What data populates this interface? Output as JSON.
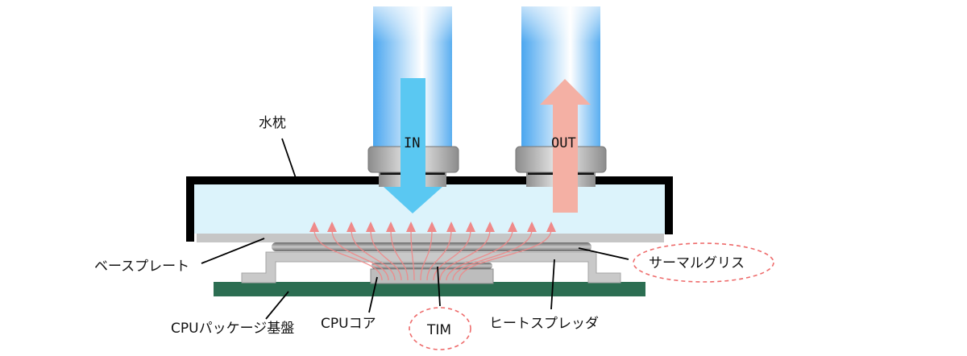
{
  "labels": {
    "water_block": "水枕",
    "base_plate": "ベースプレート",
    "thermal_grease": "サーマルグリス",
    "cpu_package_substrate": "CPUパッケージ基盤",
    "cpu_core": "CPUコア",
    "tim": "TIM",
    "heat_spreader": "ヒートスプレッダ",
    "inlet": "IN",
    "outlet": "OUT"
  },
  "colors": {
    "inlet_arrow": "#5ac8f2",
    "outlet_arrow": "#f4b0a4",
    "coolant": "#dcf3fb",
    "pcb": "#2c6e52",
    "heat_flow": "#ef8a8a",
    "highlight_ellipse": "#ee6b6b"
  }
}
